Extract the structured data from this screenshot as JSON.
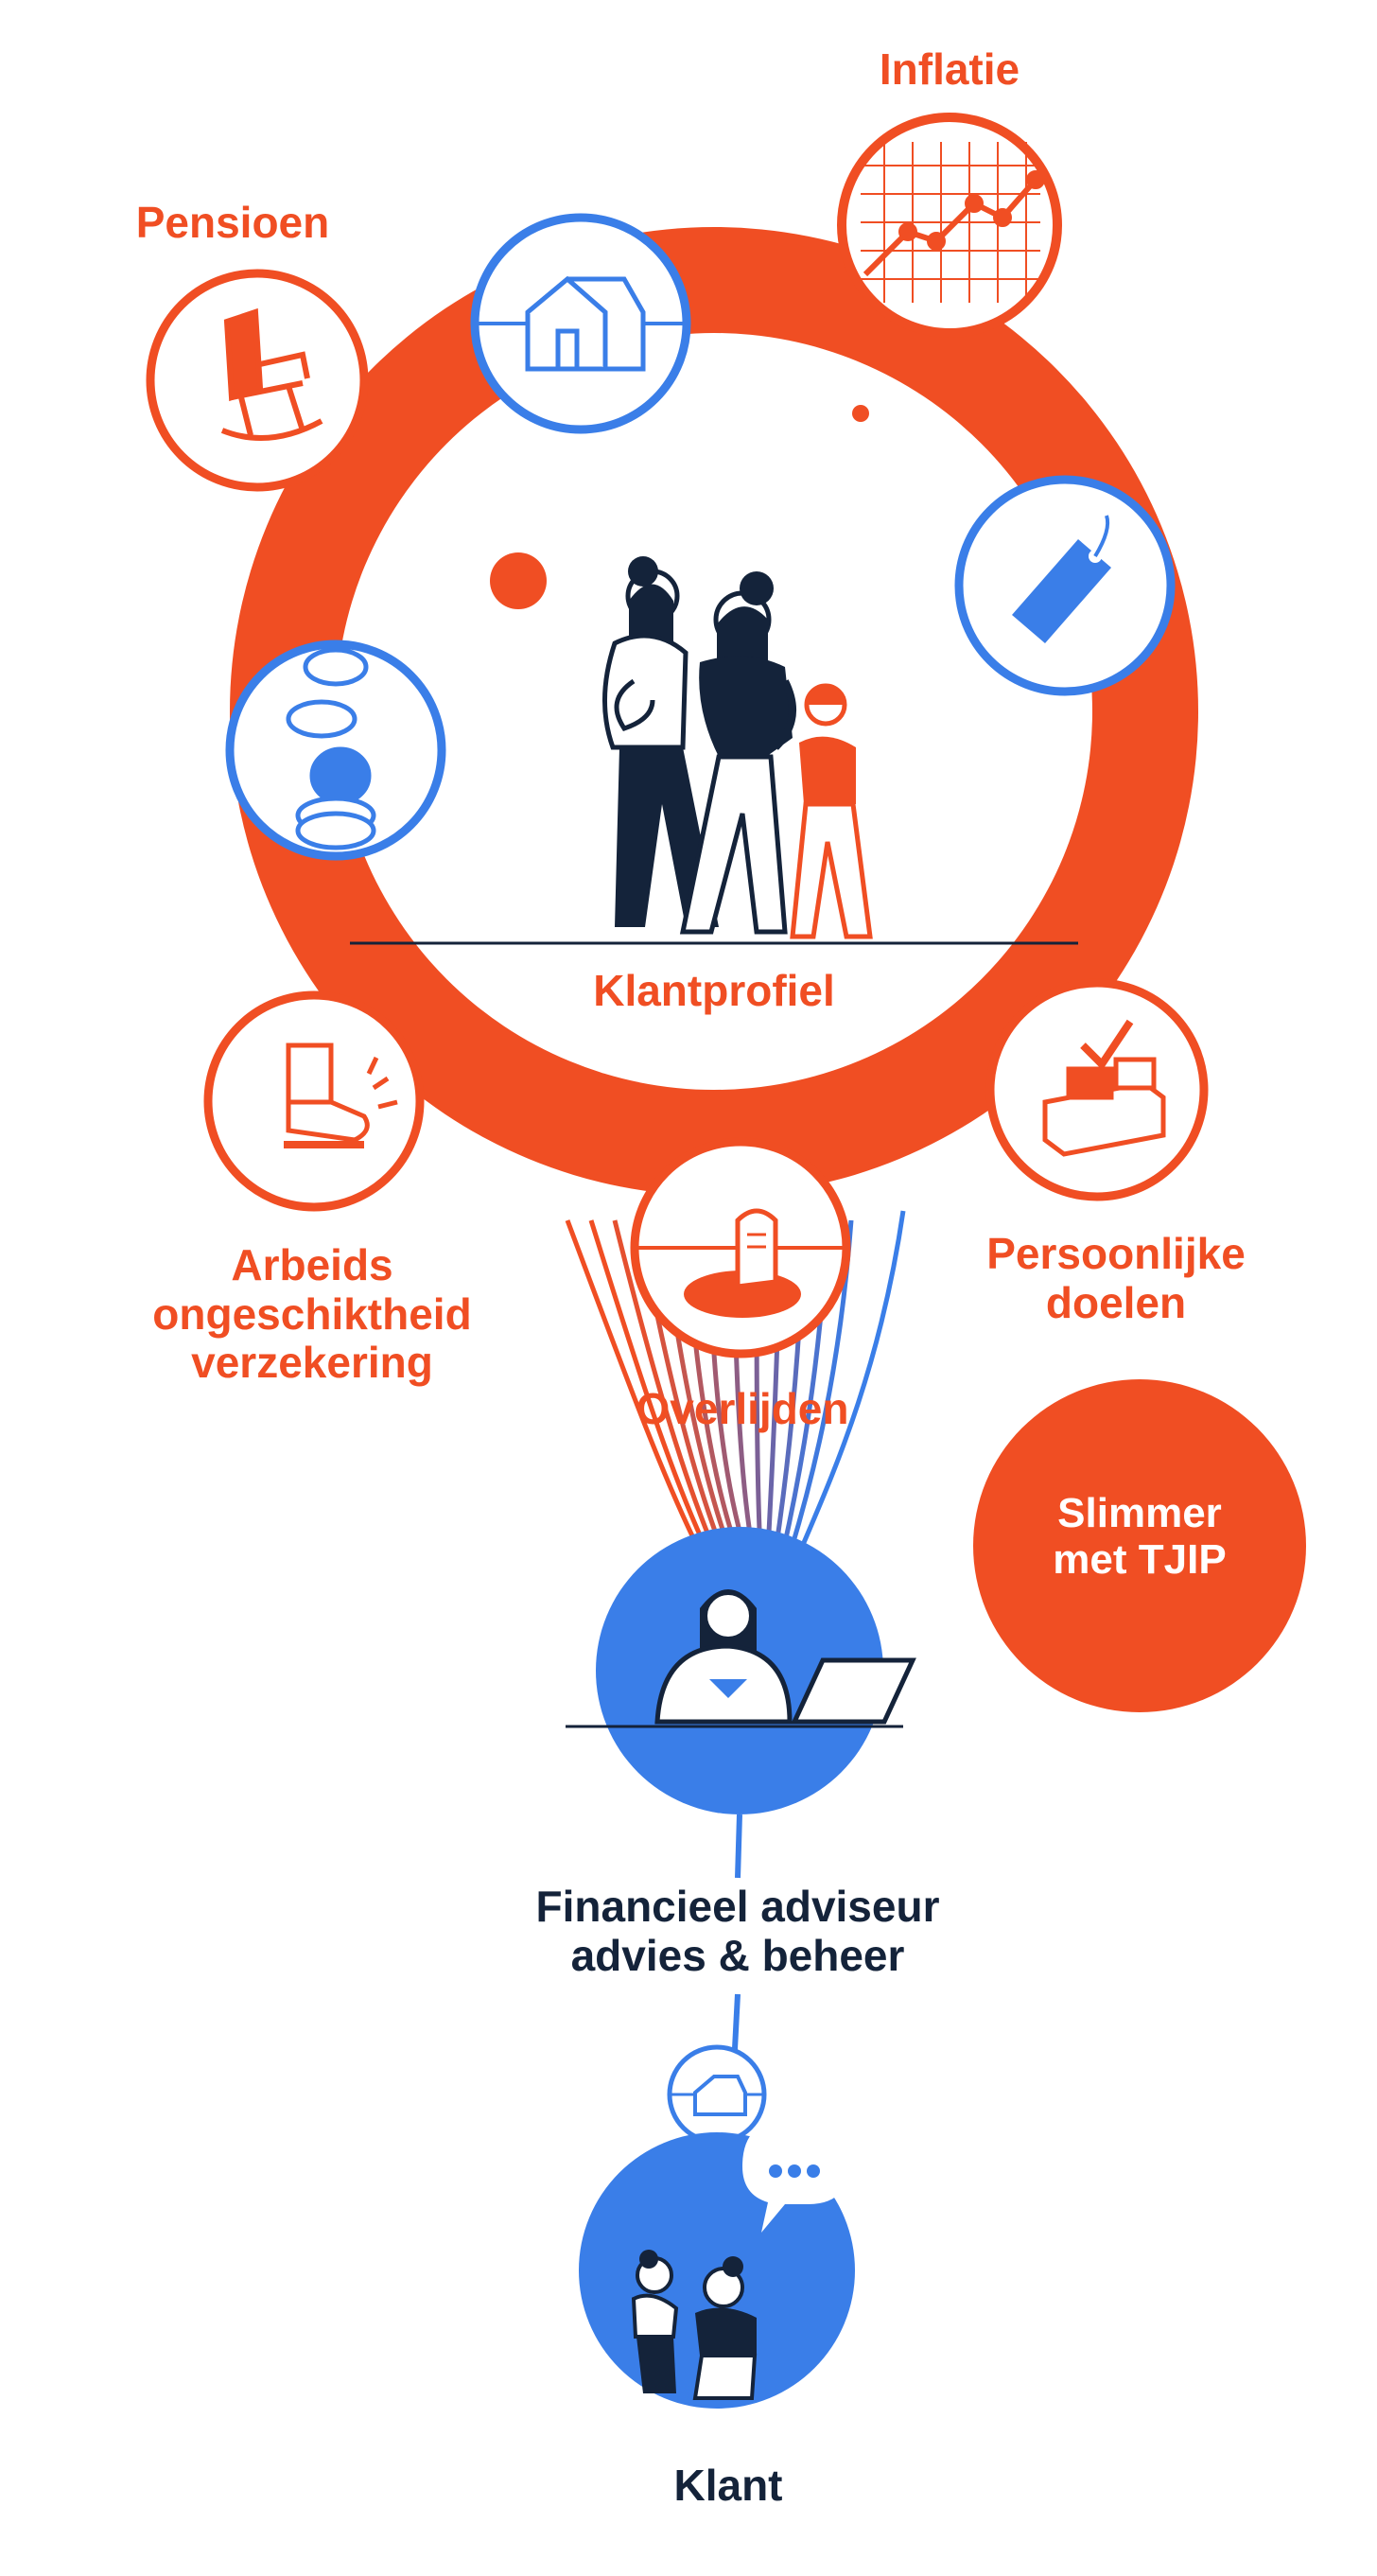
{
  "colors": {
    "orange": "#f04e23",
    "blue": "#3a7ee8",
    "navy": "#14233a",
    "white": "#ffffff"
  },
  "labels": {
    "inflatie": "Inflatie",
    "pensioen": "Pensioen",
    "klantprofiel": "Klantprofiel",
    "arbeids_line1": "Arbeids",
    "arbeids_line2": "ongeschiktheid",
    "arbeids_line3": "verzekering",
    "persoonlijke_line1": "Persoonlijke",
    "persoonlijke_line2": "doelen",
    "overlijden": "Overlijden",
    "slimmer_line1": "Slimmer",
    "slimmer_line2": "met TJIP",
    "adviseur_line1": "Financieel adviseur",
    "adviseur_line2": "advies & beheer",
    "klant": "Klant"
  },
  "icons": [
    "house-icon",
    "graph-icon",
    "rocking-chair-icon",
    "price-tag-icon",
    "coins-icon",
    "cast-leg-icon",
    "blocks-checkmark-icon",
    "gravestone-icon",
    "advisor-laptop-icon",
    "small-house-icon",
    "speech-bubble-icon",
    "family-icon"
  ]
}
